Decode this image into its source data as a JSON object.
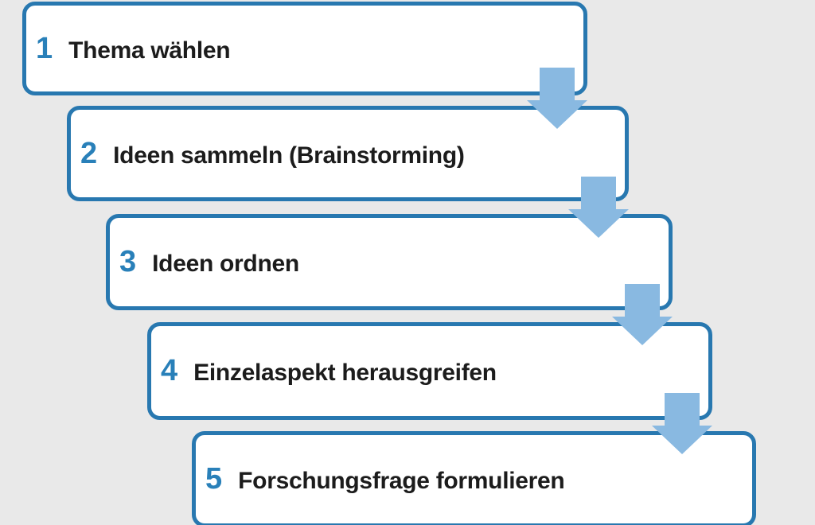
{
  "diagram": {
    "type": "process-steps-cascade",
    "language": "de",
    "steps": [
      {
        "number": "1",
        "label": "Thema wählen"
      },
      {
        "number": "2",
        "label": "Ideen sammeln (Brainstorming)"
      },
      {
        "number": "3",
        "label": "Ideen ordnen"
      },
      {
        "number": "4",
        "label": "Einzelaspekt herausgreifen"
      },
      {
        "number": "5",
        "label": "Forschungsfrage formulieren"
      }
    ],
    "connector": "down-arrow",
    "colors": {
      "background": "#e9e9e9",
      "box_fill": "#ffffff",
      "box_border": "#2878b0",
      "step_number": "#2980b9",
      "label_text": "#1c1c1c",
      "arrow_fill": "#89b9e1"
    }
  }
}
